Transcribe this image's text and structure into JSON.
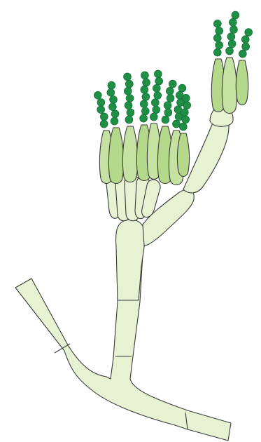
{
  "figure": {
    "subject": "penicillium-conidiophore",
    "colors": {
      "background": "#ffffff",
      "hypha_fill": "#e6f2d2",
      "phialide_fill": "#b5d98a",
      "phialide_fill_light": "#c6e2a2",
      "conidium_fill": "#1f8f45",
      "conidium_dark": "#16733a",
      "outline": "#3a3a3a"
    },
    "conidia_counts": {
      "left_head": [
        5,
        6,
        7,
        7,
        7,
        6,
        6,
        5
      ],
      "right_head": [
        5,
        6,
        4
      ]
    }
  }
}
